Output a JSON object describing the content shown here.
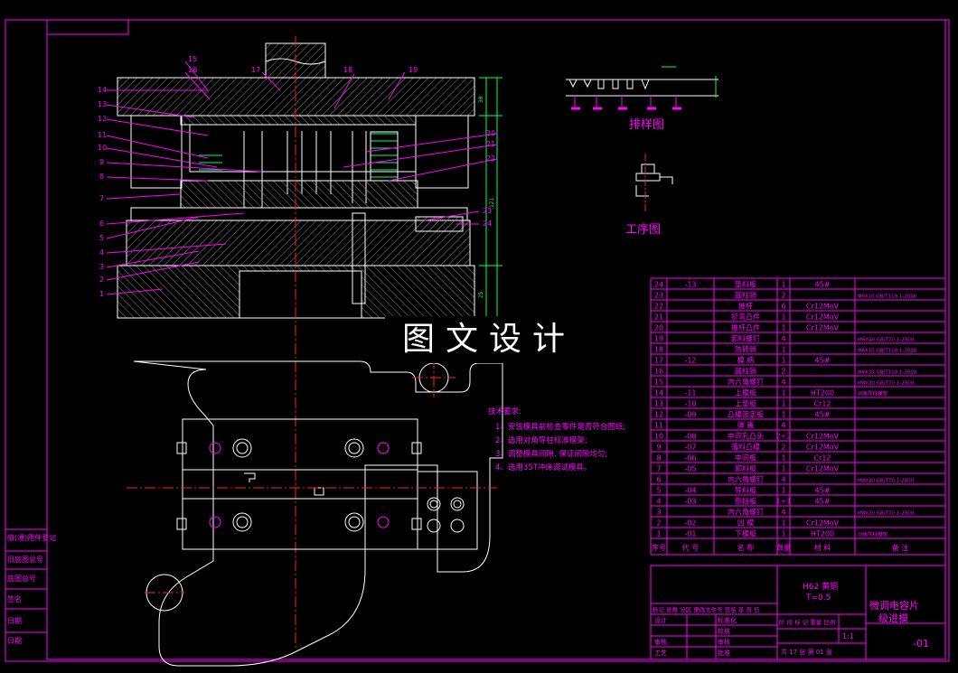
{
  "colors": {
    "frame": "#ff00ff",
    "outline": "#ffffff",
    "hatch": "#9a9a9a",
    "center": "#ff2020",
    "leader": "#ff00ff",
    "spring": "#00ff66",
    "dim": "#00ff66",
    "table_text": "#ff00ff",
    "note_text": "#ff00ff"
  },
  "part_labels_left": [
    "15",
    "16",
    "14",
    "13",
    "12",
    "11",
    "10",
    "9",
    "8",
    "7",
    "6",
    "5",
    "4",
    "3",
    "2",
    "1"
  ],
  "part_labels_top": [
    "17",
    "18",
    "19"
  ],
  "part_labels_right": [
    "20",
    "21",
    "22",
    "23",
    "24"
  ],
  "strip_layout": {
    "title": "排样图"
  },
  "process": {
    "title": "工序图"
  },
  "watermark": "图文设计",
  "tech_notes": {
    "title": "技术要求:",
    "items": [
      "1、安装模具前检查零件是否符合图纸;",
      "2、选用对角导柱标准模架;",
      "3、调整模具间隙, 保证间隙均匀;",
      "4、选用35T冲床调试模具。"
    ]
  },
  "bom_headers": [
    "序号",
    "代 号",
    "名 称",
    "数量",
    "材 料",
    "备 注"
  ],
  "bom_rows": [
    {
      "no": "24",
      "code": "-13",
      "name": "垫料板",
      "qty": "1",
      "mat": "45#",
      "note": ""
    },
    {
      "no": "23",
      "code": "",
      "name": "圆柱销",
      "qty": "2",
      "mat": "",
      "note": "Φ6X10 GB/T119.1-2000"
    },
    {
      "no": "22",
      "code": "",
      "name": "推杆",
      "qty": "6",
      "mat": "Cr12MoV",
      "note": ""
    },
    {
      "no": "21",
      "code": "",
      "name": "折弯凸件",
      "qty": "1",
      "mat": "Cr12MoV",
      "note": ""
    },
    {
      "no": "20",
      "code": "",
      "name": "推杆凸件",
      "qty": "1",
      "mat": "Cr12MoV",
      "note": ""
    },
    {
      "no": "19",
      "code": "",
      "name": "卸料螺钉",
      "qty": "4",
      "mat": "",
      "note": "M6X40 GB/T70.1-2000"
    },
    {
      "no": "18",
      "code": "",
      "name": "防转销",
      "qty": "1",
      "mat": "",
      "note": "Φ6X10 GB/T119.1-2000"
    },
    {
      "no": "17",
      "code": "-12",
      "name": "模 柄",
      "qty": "1",
      "mat": "45#",
      "note": ""
    },
    {
      "no": "16",
      "code": "",
      "name": "圆柱销",
      "qty": "2",
      "mat": "",
      "note": "Φ8X30 GB/T119.1-2000"
    },
    {
      "no": "15",
      "code": "",
      "name": "内六角螺钉",
      "qty": "4",
      "mat": "",
      "note": "M8X30 GB/T70.1-2000"
    },
    {
      "no": "14",
      "code": "-11",
      "name": "上模板",
      "qty": "1",
      "mat": "HT200",
      "note": "对角导柱模架"
    },
    {
      "no": "13",
      "code": "-10",
      "name": "上垫板",
      "qty": "1",
      "mat": "Cr12",
      "note": ""
    },
    {
      "no": "12",
      "code": "-09",
      "name": "凸模固定板",
      "qty": "1",
      "mat": "45#",
      "note": ""
    },
    {
      "no": "11",
      "code": "",
      "name": "弹 簧",
      "qty": "4",
      "mat": "",
      "note": ""
    },
    {
      "no": "10",
      "code": "-08",
      "name": "中间孔凸头",
      "qty": "2+2",
      "mat": "Cr12MoV",
      "note": ""
    },
    {
      "no": "9",
      "code": "-07",
      "name": "落料凸模",
      "qty": "2",
      "mat": "Cr12MoV",
      "note": ""
    },
    {
      "no": "8",
      "code": "-06",
      "name": "中间板",
      "qty": "1",
      "mat": "Cr12",
      "note": ""
    },
    {
      "no": "7",
      "code": "-05",
      "name": "卸料板",
      "qty": "1",
      "mat": "Cr12MoV",
      "note": ""
    },
    {
      "no": "6",
      "code": "",
      "name": "内六角螺钉",
      "qty": "4",
      "mat": "",
      "note": "M8X30 GB/T70.1-2000"
    },
    {
      "no": "5",
      "code": "-04",
      "name": "导料板",
      "qty": "1",
      "mat": "45#",
      "note": ""
    },
    {
      "no": "4",
      "code": "-03",
      "name": "侧挡板",
      "qty": "1+1",
      "mat": "45#",
      "note": ""
    },
    {
      "no": "3",
      "code": "",
      "name": "内六角螺钉",
      "qty": "4",
      "mat": "",
      "note": "M8X20 GB/T70.1-2000"
    },
    {
      "no": "2",
      "code": "-02",
      "name": "凹 模",
      "qty": "1",
      "mat": "Cr12MoV",
      "note": ""
    },
    {
      "no": "1",
      "code": "-01",
      "name": "下模板",
      "qty": "1",
      "mat": "HT200",
      "note": "对角导柱模架"
    }
  ],
  "title_block": {
    "material": "H62 黄铜",
    "thickness": "T=0.5",
    "title_line1": "微调电容片",
    "title_line2": "级进模",
    "drawing_no": "-01",
    "revision_header": "标记 处数 分区 更改文件号 签名 年 月 日",
    "rows_left": [
      "设计",
      "",
      "审核",
      "工艺"
    ],
    "mid_labels": [
      "标准化",
      "",
      "校核",
      "审核",
      "批准"
    ],
    "stage_header": "阶 段 标 记  重量  比例",
    "scale": "1:1",
    "sheets": "共 17 张  第 01 张"
  },
  "side_strip": [
    "借(通)用件登记",
    "旧底图总号",
    "底图总号",
    "签名",
    "日期",
    "日期"
  ]
}
